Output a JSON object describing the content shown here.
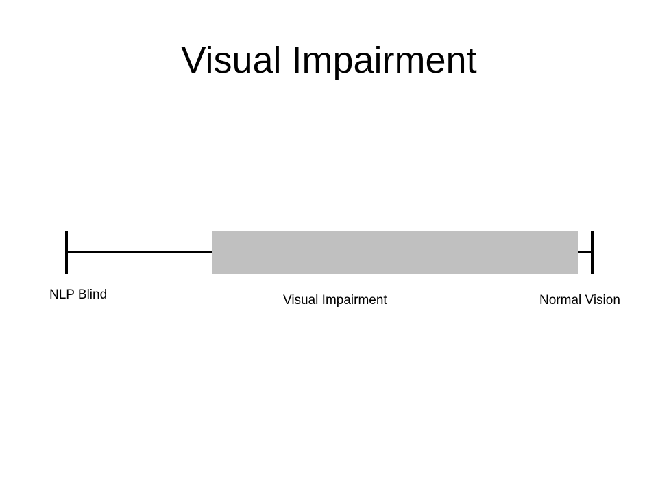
{
  "slide": {
    "title": "Visual Impairment"
  },
  "scale": {
    "left_label": "NLP Blind",
    "middle_label": "Visual Impairment",
    "right_label": "Normal Vision"
  },
  "colors": {
    "line": "#000000",
    "impairment_range": "#c0c0c0",
    "background": "#ffffff"
  }
}
